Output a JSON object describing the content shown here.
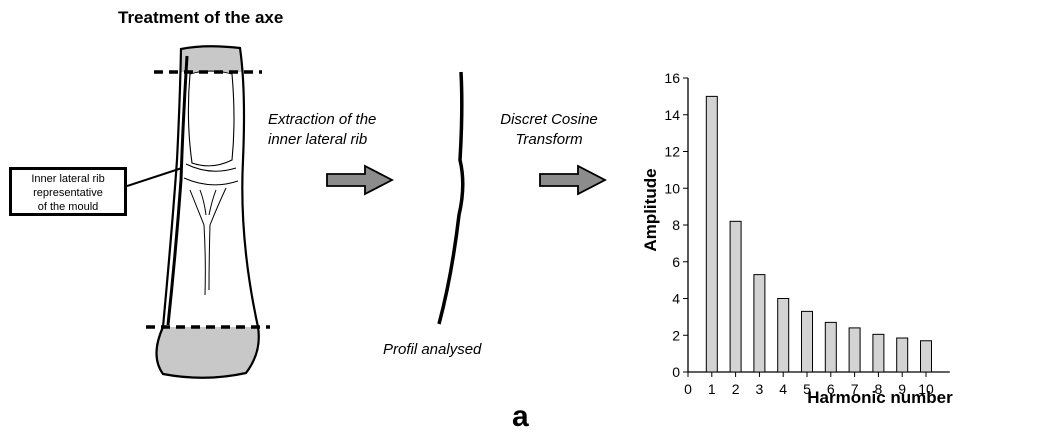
{
  "figure": {
    "title": "Treatment of the axe",
    "callout_text": [
      "Inner lateral rib",
      "representative",
      "of the mould"
    ],
    "step1_label": [
      "Extraction of the",
      "inner lateral rib"
    ],
    "step2_label": [
      "Discret Cosine",
      "Transform"
    ],
    "profile_label": "Profil analysed",
    "panel_letter": "a"
  },
  "colors": {
    "axe_fill": "#c8c8c8",
    "arrow_fill": "#8c8c8c",
    "bar_fill": "#d3d3d3",
    "stroke": "#000000"
  },
  "chart_data": {
    "type": "bar",
    "xlabel": "Harmonic number",
    "ylabel": "Amplitude",
    "x_ticks": [
      0,
      1,
      2,
      3,
      4,
      5,
      6,
      7,
      8,
      9,
      10
    ],
    "y_ticks": [
      0,
      2,
      4,
      6,
      8,
      10,
      12,
      14,
      16
    ],
    "xlim": [
      0,
      11
    ],
    "ylim": [
      0,
      16
    ],
    "categories": [
      1,
      2,
      3,
      4,
      5,
      6,
      7,
      8,
      9,
      10
    ],
    "values": [
      15.0,
      8.2,
      5.3,
      4.0,
      3.3,
      2.7,
      2.4,
      2.05,
      1.85,
      1.7
    ],
    "grid": false
  }
}
